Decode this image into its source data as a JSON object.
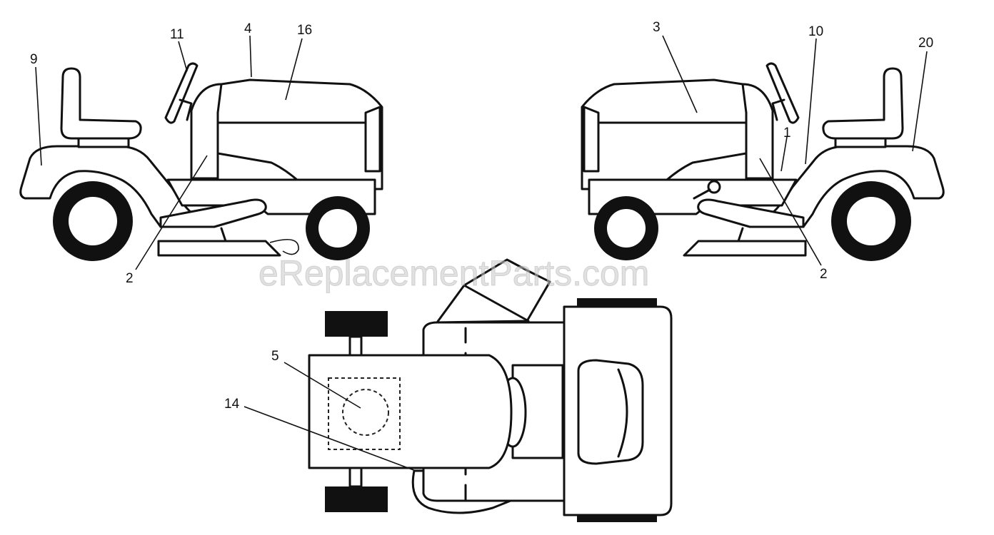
{
  "watermark": "eReplacementParts.com",
  "callouts": {
    "c9": "9",
    "c11": "11",
    "c4": "4",
    "c16": "16",
    "c2_left": "2",
    "c3": "3",
    "c10": "10",
    "c20": "20",
    "c1": "1",
    "c2_right": "2",
    "c5": "5",
    "c14": "14"
  }
}
